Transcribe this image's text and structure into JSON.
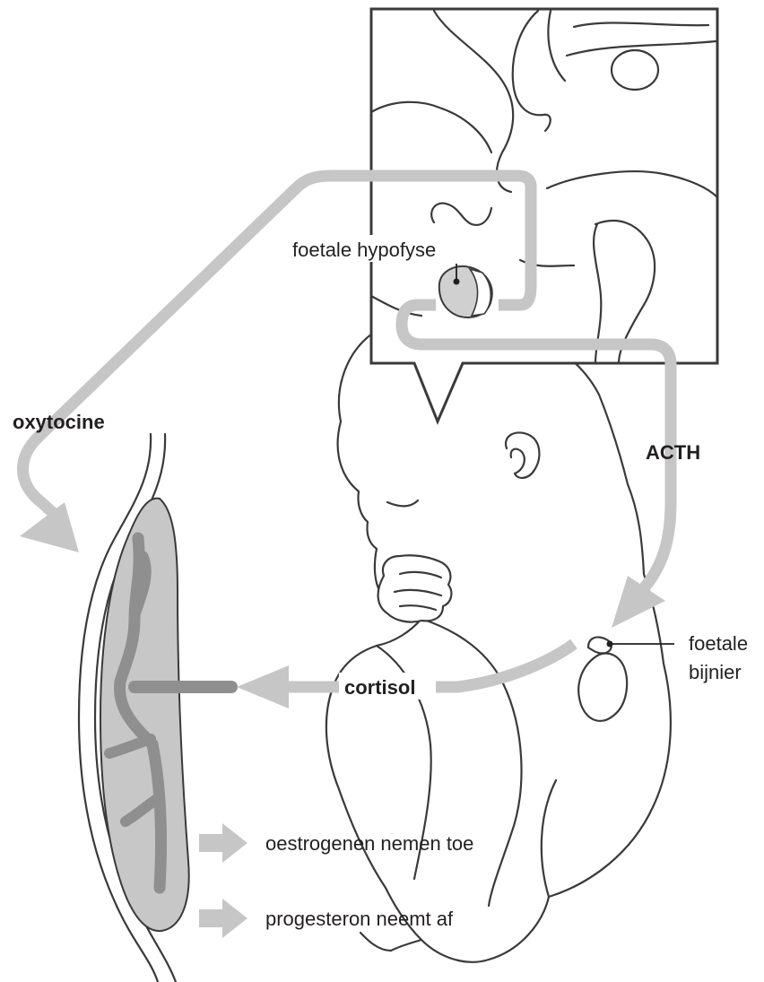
{
  "labels": {
    "pituitary": "foetale hypofyse",
    "oxytocin": "oxytocine",
    "acth": "ACTH",
    "adrenal_line1": "foetale",
    "adrenal_line2": "bijnier",
    "cortisol": "cortisol",
    "estrogen": "oestrogenen nemen toe",
    "progesterone": "progesteron neemt af"
  },
  "colors": {
    "flow_arrow": "#c6c6c6",
    "placenta_fill": "#c7c7c7",
    "placenta_vessel": "#8f8f8f",
    "outline": "#3a3a3a",
    "text": "#231f20"
  }
}
